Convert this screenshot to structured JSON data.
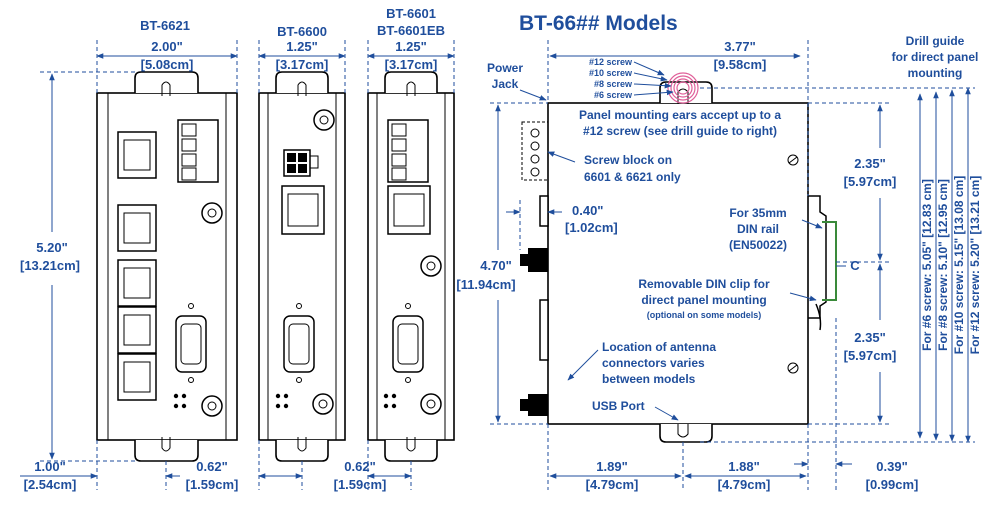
{
  "title": "BT-66## Models",
  "models": {
    "bt6621": {
      "name": "BT-6621",
      "width_in": "2.00\"",
      "width_cm": "[5.08cm]"
    },
    "bt6600": {
      "name": "BT-6600",
      "width_in": "1.25\"",
      "width_cm": "[3.17cm]"
    },
    "bt6601": {
      "name_line1": "BT-6601",
      "name_line2": "BT-6601EB",
      "width_in": "1.25\"",
      "width_cm": "[3.17cm]"
    }
  },
  "dimensions": {
    "height_in": "5.20\"",
    "height_cm": "[13.21cm]",
    "left_bottom_in": "1.00\"",
    "left_bottom_cm": "[2.54cm]",
    "mid_bottom1_in": "0.62\"",
    "mid_bottom1_cm": "[1.59cm]",
    "mid_bottom2_in": "0.62\"",
    "mid_bottom2_cm": "[1.59cm]",
    "side_width_in": "3.77\"",
    "side_width_cm": "[9.58cm]",
    "side_height_in": "4.70\"",
    "side_height_cm": "[11.94cm]",
    "jack_offset_in": "0.40\"",
    "jack_offset_cm": "[1.02cm]",
    "upper_in": "2.35\"",
    "upper_cm": "[5.97cm]",
    "lower_in": "2.35\"",
    "lower_cm": "[5.97cm]",
    "bottom_a_in": "1.89\"",
    "bottom_a_cm": "[4.79cm]",
    "bottom_b_in": "1.88\"",
    "bottom_b_cm": "[4.79cm]",
    "clip_in": "0.39\"",
    "clip_cm": "[0.99cm]",
    "center": "C"
  },
  "screws": [
    "#12 screw",
    "#10 screw",
    "#8 screw",
    "#6 screw"
  ],
  "drill": {
    "line1": "Drill guide",
    "line2": "for direct panel",
    "line3": "mounting",
    "v6": "For #6 screw: 5.05\" [12.83 cm]",
    "v8": "For #8 screw: 5.10\" [12.95 cm]",
    "v10": "For #10 screw: 5.15\" [13.08 cm]",
    "v12": "For #12 screw: 5.20\" [13.21 cm]"
  },
  "notes": {
    "power_line1": "Power",
    "power_line2": "Jack",
    "ears_line1": "Panel mounting ears accept up to a",
    "ears_line2": "#12 screw  (see drill guide to right)",
    "screwblock_line1": "Screw block on",
    "screwblock_line2": "6601 & 6621 only",
    "din_line1": "For 35mm",
    "din_line2": "DIN rail",
    "din_line3": "(EN50022)",
    "clip_line1": "Removable DIN clip for",
    "clip_line2": "direct panel mounting",
    "clip_line3": "(optional on some models)",
    "antenna_line1": "Location of antenna",
    "antenna_line2": "connectors varies",
    "antenna_line3": "between models",
    "usb": "USB Port"
  }
}
